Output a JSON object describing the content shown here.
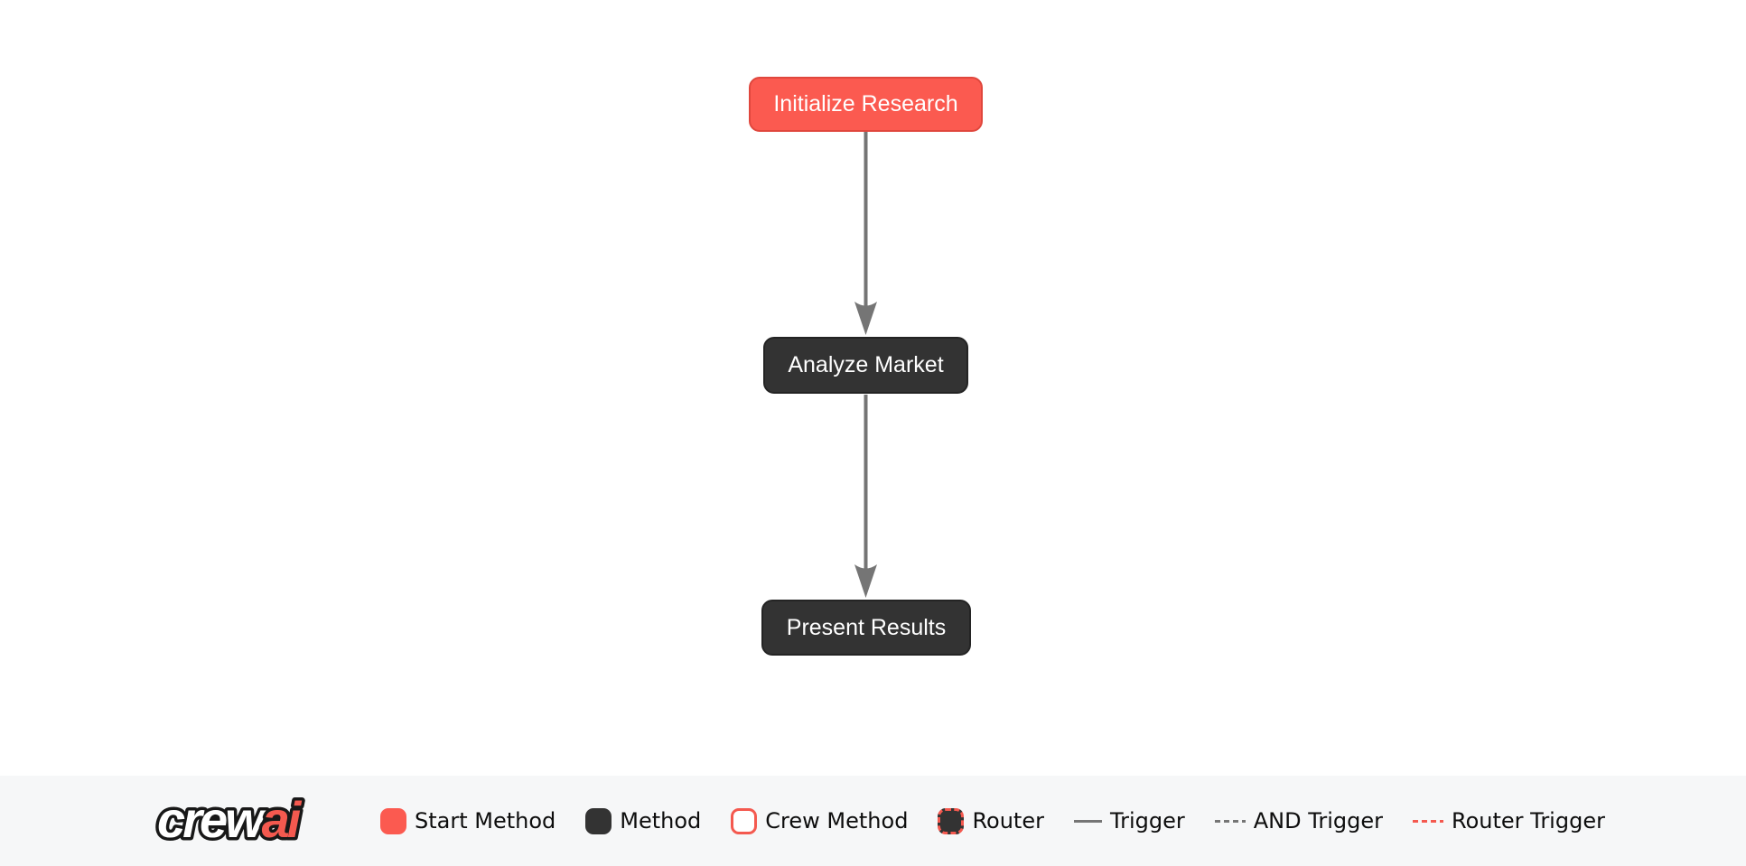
{
  "colors": {
    "page_bg": "#ffffff",
    "start_bg": "#fb5a50",
    "start_border": "#e0473d",
    "method_bg": "#333333",
    "method_border": "#242424",
    "node_text": "#ffffff",
    "edge": "#757575",
    "legend_bg": "#f6f7f8",
    "legend_text": "#0d0d0d",
    "accent": "#f4594f"
  },
  "flow": {
    "nodes": [
      {
        "label": "Initialize Research",
        "type": "start-method"
      },
      {
        "label": "Analyze Market",
        "type": "method"
      },
      {
        "label": "Present Results",
        "type": "method"
      }
    ],
    "edges": [
      {
        "from": "Initialize Research",
        "to": "Analyze Market",
        "type": "trigger"
      },
      {
        "from": "Analyze Market",
        "to": "Present Results",
        "type": "trigger"
      }
    ]
  },
  "legend": {
    "logo_crew": "crew",
    "logo_ai": "ai",
    "items": [
      {
        "label": "Start Method",
        "swatch": "start-method-box"
      },
      {
        "label": "Method",
        "swatch": "method-box"
      },
      {
        "label": "Crew Method",
        "swatch": "crew-method-box"
      },
      {
        "label": "Router",
        "swatch": "router-box"
      },
      {
        "label": "Trigger",
        "swatch": "solid-gray-line"
      },
      {
        "label": "AND Trigger",
        "swatch": "dashed-gray-line"
      },
      {
        "label": "Router Trigger",
        "swatch": "dashed-red-line"
      }
    ]
  }
}
